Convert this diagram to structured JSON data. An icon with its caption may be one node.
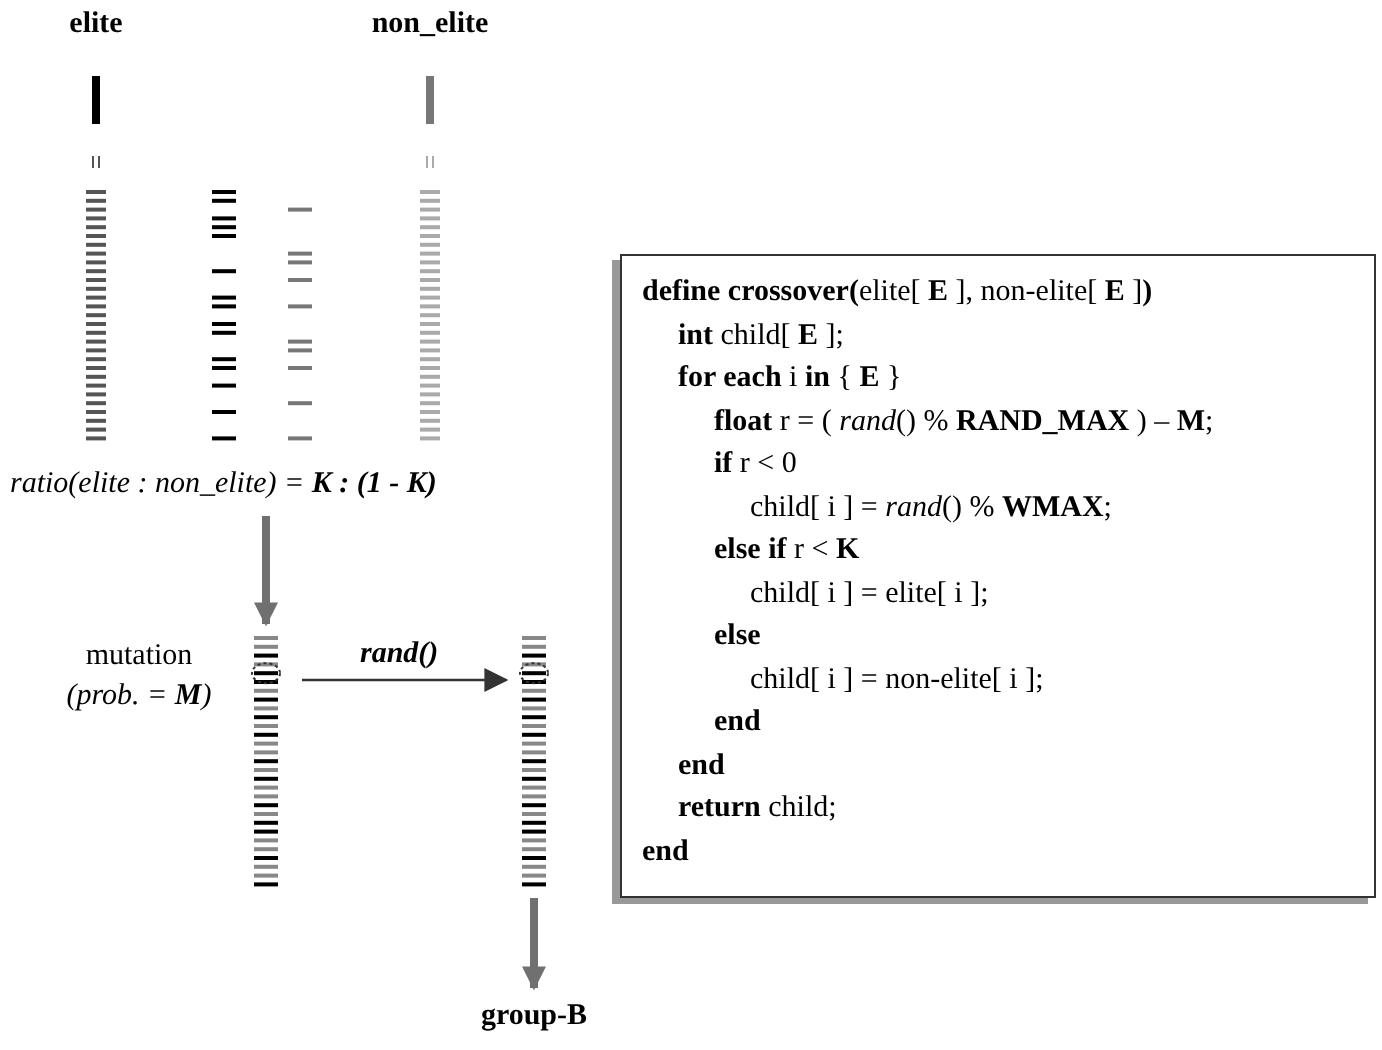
{
  "diagram": {
    "nodes": [
      {
        "text": [
          "elite"
        ]
      },
      {
        "text": [
          "non_elite"
        ]
      },
      {
        "text": [],
        "shape": "bar"
      },
      {
        "text": [],
        "shape": "bar"
      },
      {
        "text": [
          "ratio(elite : non_elite) = **K : (1 - K)**"
        ]
      },
      {
        "text": [],
        "shape": "bar",
        "beside": [
          "mutation",
          "(prob. = **M**)"
        ]
      },
      {
        "text": [],
        "shape": "bar"
      },
      {
        "text": [
          "group-B"
        ]
      },
      {
        "text": [
          "**define crossover(**elite[ **E** ],  non-elite[ **E** ]**)**",
          "**int** child[ **E** ];",
          "**for each** i **in** { **E** }",
          "**float** r = ( *rand*() % **RAND_MAX**  ) – **M**;",
          "**if**  r < 0",
          "child[ i ] = *rand*() % **WMAX**;",
          "**else if**  r < **K**",
          "child[ i ] = elite[ i ];",
          "**else**",
          "child[ i ] = non-elite[ i ];",
          "**end**",
          "**end**",
          "**return** child;",
          "**end**"
        ]
      }
    ],
    "edges": [
      {
        "from": 4,
        "to": 5,
        "arrow": "to"
      },
      {
        "from": 5,
        "to": 6,
        "arrow": "to",
        "label": "rand()",
        "color": "#333333"
      },
      {
        "from": 6,
        "to": 7,
        "arrow": "to"
      }
    ]
  }
}
